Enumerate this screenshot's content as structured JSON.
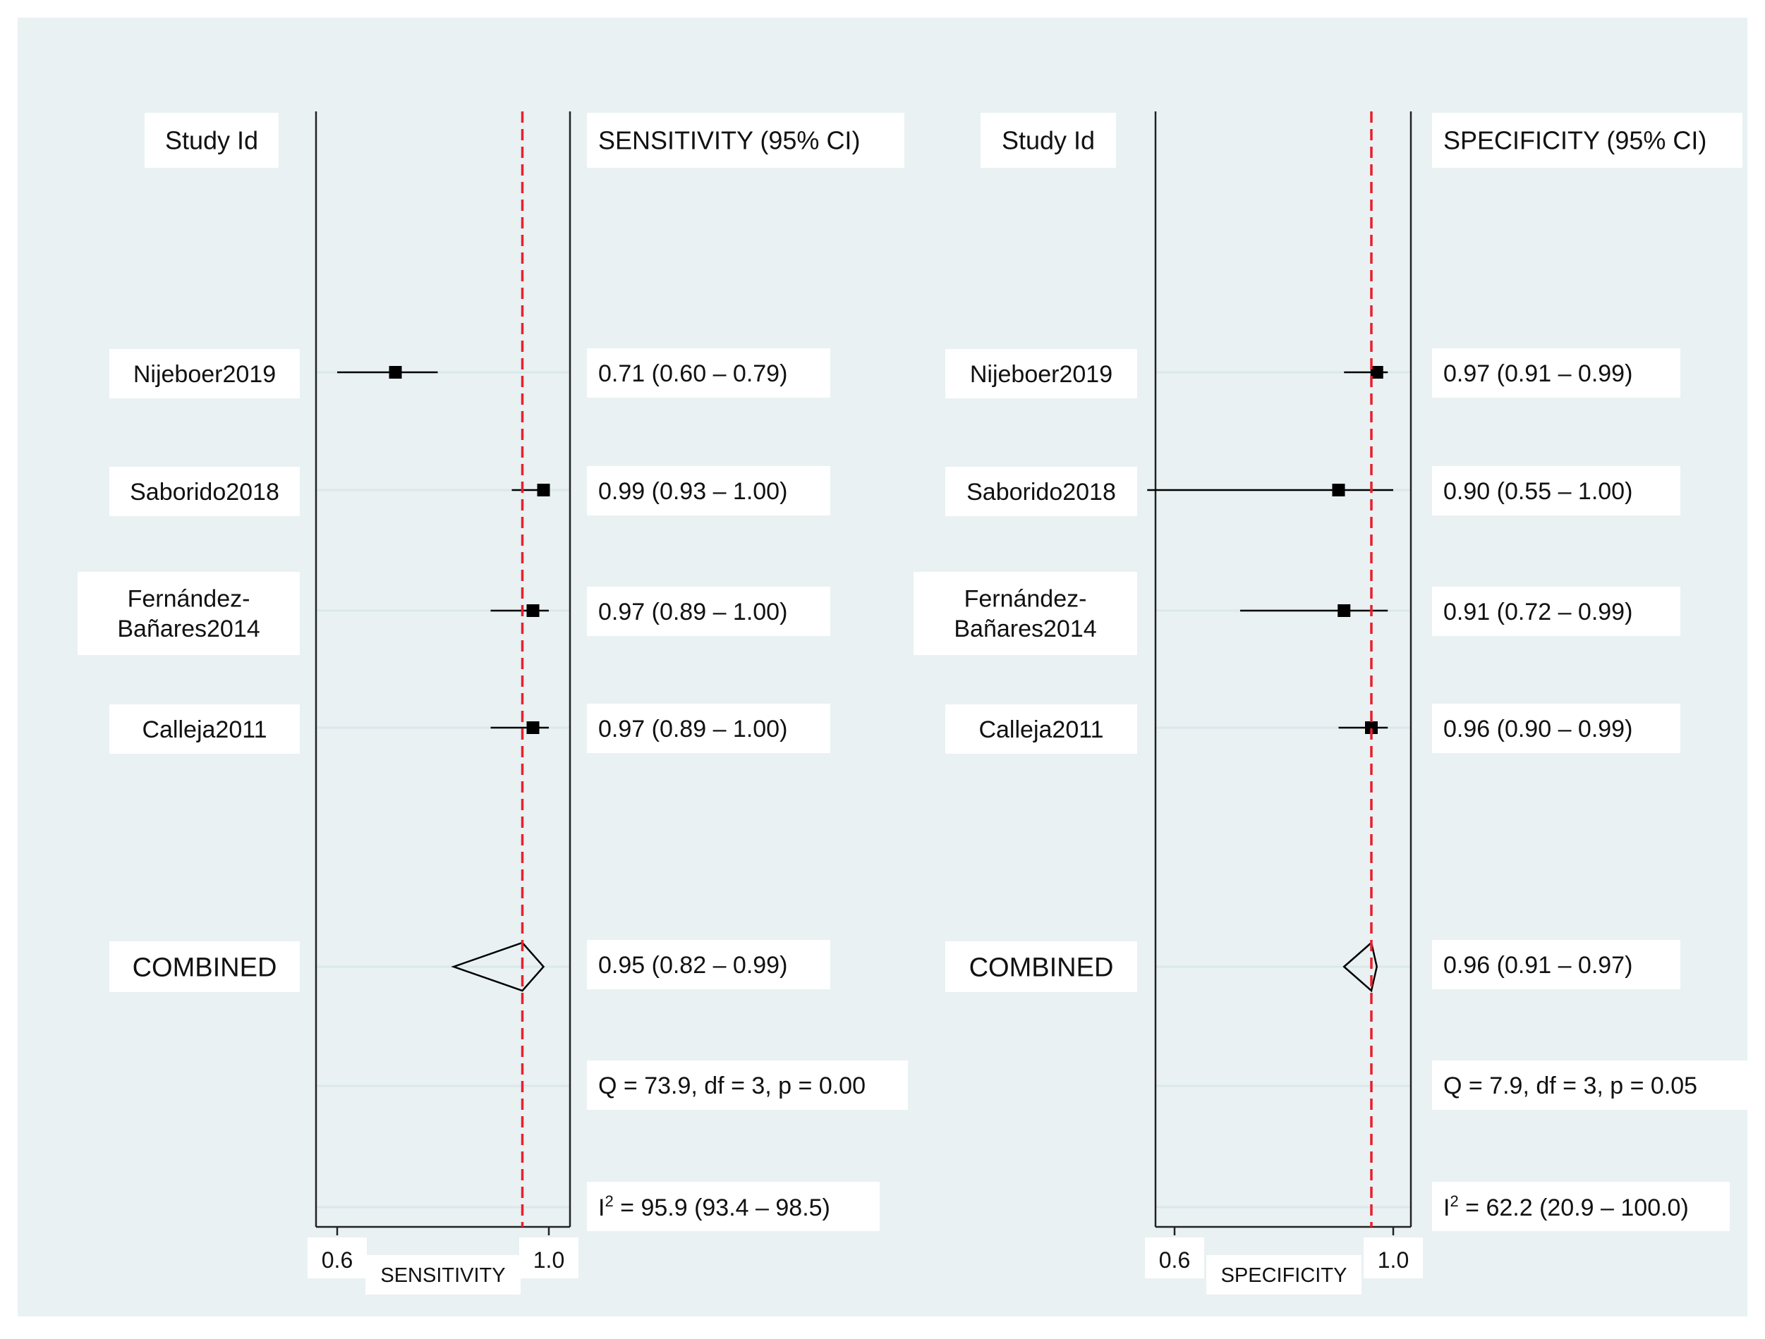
{
  "colors": {
    "background": "#e9f1f2",
    "label_box": "#ffffff",
    "reference_line": "#e8202f",
    "marker": "#000000"
  },
  "chart_data": [
    {
      "type": "forest",
      "id_header": "Study Id",
      "estimate_header": "SENSITIVITY (95% CI)",
      "xlabel": "SENSITIVITY",
      "xlim": [
        0.6,
        1.0
      ],
      "xticks": [
        "0.6",
        "1.0"
      ],
      "reference_line": 0.95,
      "studies": [
        {
          "name": [
            "Nijeboer2019"
          ],
          "estimate": 0.71,
          "lower": 0.6,
          "upper": 0.79,
          "label": "0.71 (0.60 – 0.79)"
        },
        {
          "name": [
            "Saborido2018"
          ],
          "estimate": 0.99,
          "lower": 0.93,
          "upper": 1.0,
          "label": "0.99 (0.93 – 1.00)"
        },
        {
          "name": [
            "Fernández-",
            "Bañares2014"
          ],
          "estimate": 0.97,
          "lower": 0.89,
          "upper": 1.0,
          "label": "0.97 (0.89 – 1.00)"
        },
        {
          "name": [
            "Calleja2011"
          ],
          "estimate": 0.97,
          "lower": 0.89,
          "upper": 1.0,
          "label": "0.97 (0.89 – 1.00)"
        }
      ],
      "combined": {
        "name": "COMBINED",
        "estimate": 0.95,
        "lower": 0.82,
        "upper": 0.99,
        "label": "0.95 (0.82 – 0.99)"
      },
      "heterogeneity": "Q = 73.9, df = 3, p = 0.00",
      "i2": {
        "prefix": "I",
        "sup": "2",
        "text": " = 95.9 (93.4 – 98.5)"
      }
    },
    {
      "type": "forest",
      "id_header": "Study Id",
      "estimate_header": "SPECIFICITY (95% CI)",
      "xlabel": "SPECIFICITY",
      "xlim": [
        0.6,
        1.0
      ],
      "xticks": [
        "0.6",
        "1.0"
      ],
      "reference_line": 0.96,
      "studies": [
        {
          "name": [
            "Nijeboer2019"
          ],
          "estimate": 0.97,
          "lower": 0.91,
          "upper": 0.99,
          "label": "0.97 (0.91 – 0.99)"
        },
        {
          "name": [
            "Saborido2018"
          ],
          "estimate": 0.9,
          "lower": 0.55,
          "upper": 1.0,
          "label": "0.90 (0.55 – 1.00)"
        },
        {
          "name": [
            "Fernández-",
            "Bañares2014"
          ],
          "estimate": 0.91,
          "lower": 0.72,
          "upper": 0.99,
          "label": "0.91 (0.72 – 0.99)"
        },
        {
          "name": [
            "Calleja2011"
          ],
          "estimate": 0.96,
          "lower": 0.9,
          "upper": 0.99,
          "label": "0.96 (0.90 – 0.99)"
        }
      ],
      "combined": {
        "name": "COMBINED",
        "estimate": 0.96,
        "lower": 0.91,
        "upper": 0.97,
        "label": "0.96 (0.91 – 0.97)"
      },
      "heterogeneity": "Q = 7.9, df = 3, p = 0.05",
      "i2": {
        "prefix": "I",
        "sup": "2",
        "text": " = 62.2 (20.9 – 100.0)"
      }
    }
  ]
}
